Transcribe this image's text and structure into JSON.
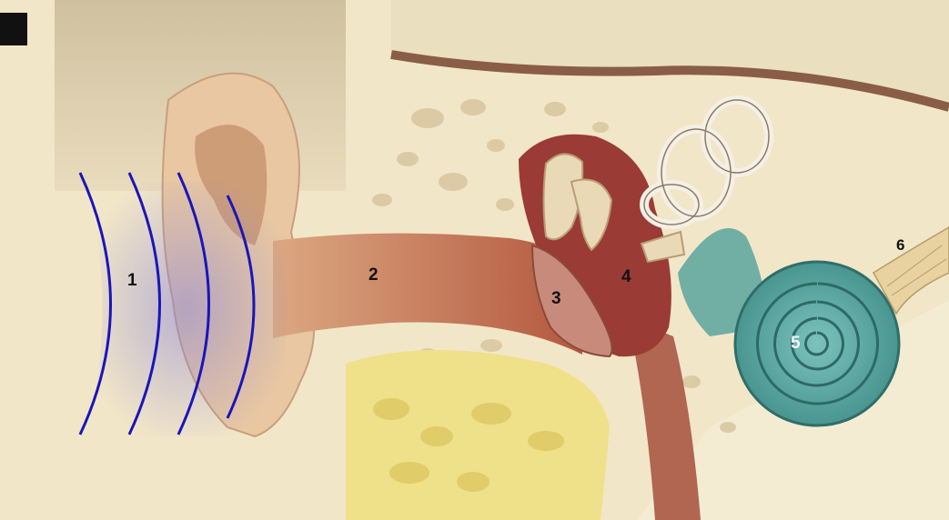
{
  "figure": {
    "labels": {
      "l1": "1",
      "l2": "2",
      "l3": "3",
      "l4": "4",
      "l5": "5",
      "l6": "6"
    },
    "colors": {
      "skin": "#e8c7a2",
      "canal": "#b86a4e",
      "eardrum": "#c88a7a",
      "middle_ear": "#9b3b35",
      "cochlea": "#5aa39e",
      "wave_lines": "#1a16b8",
      "wave_fill": "#8a86d8",
      "fat": "#efe08a",
      "bone": "#f1e6c8"
    }
  }
}
